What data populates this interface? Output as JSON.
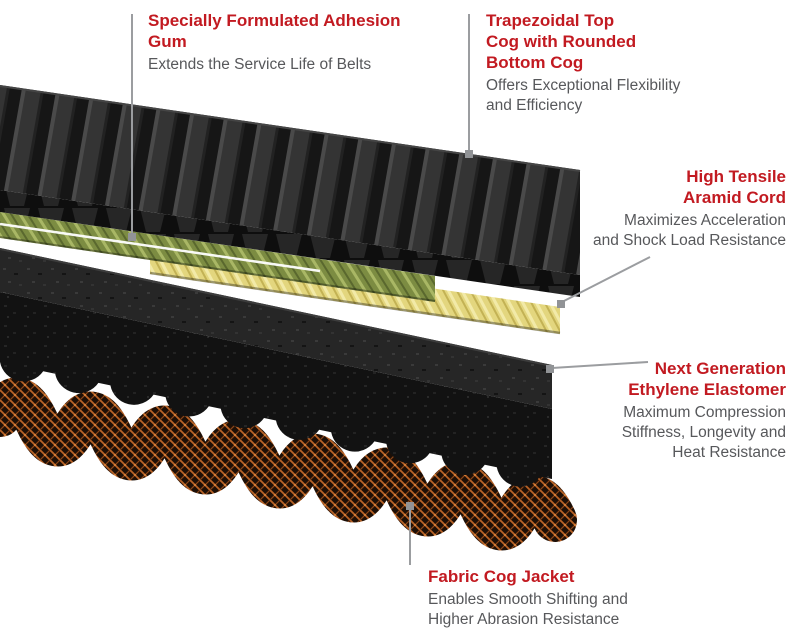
{
  "colors": {
    "accent_red": "#c21a21",
    "body_text": "#57585b",
    "callout_line": "#9b9da0",
    "belt_black": "#1a1a1a",
    "adhesion_gum_green": "#7c8c42",
    "aramid_yellow": "#e3d67e",
    "fabric_orange": "#b86226"
  },
  "callouts": [
    {
      "id": "adhesion-gum",
      "title_lines": [
        "Specially Formulated Adhesion",
        "Gum"
      ],
      "body_lines": [
        "Extends the Service Life of Belts"
      ]
    },
    {
      "id": "top-cog",
      "title_lines": [
        "Trapezoidal Top",
        "Cog with Rounded",
        "Bottom Cog"
      ],
      "body_lines": [
        "Offers Exceptional Flexibility",
        "and Efficiency"
      ]
    },
    {
      "id": "aramid-cord",
      "title_lines": [
        "High Tensile",
        "Aramid Cord"
      ],
      "body_lines": [
        "Maximizes Acceleration",
        "and Shock Load Resistance"
      ]
    },
    {
      "id": "elastomer",
      "title_lines": [
        "Next Generation",
        "Ethylene Elastomer"
      ],
      "body_lines": [
        "Maximum Compression",
        "Stiffness, Longevity and",
        "Heat Resistance"
      ]
    },
    {
      "id": "fabric-jacket",
      "title_lines": [
        "Fabric Cog Jacket"
      ],
      "body_lines": [
        "Enables Smooth Shifting and",
        "Higher Abrasion Resistance"
      ]
    }
  ]
}
